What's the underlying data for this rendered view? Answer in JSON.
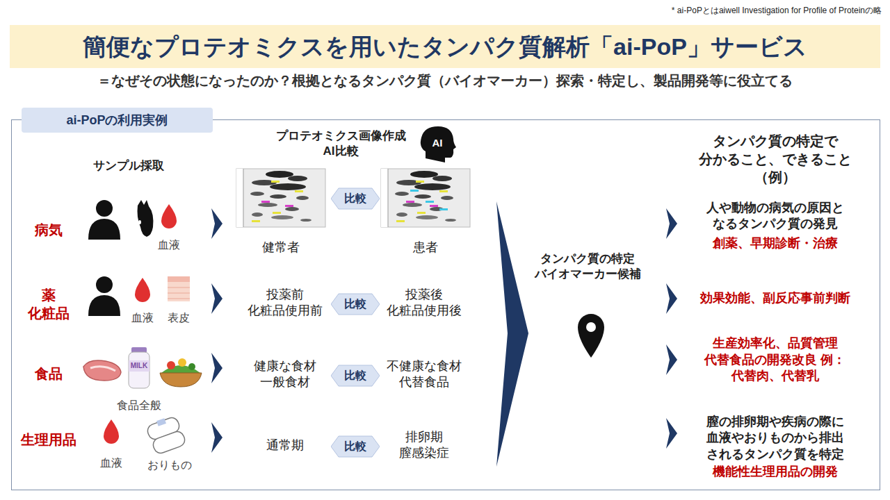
{
  "diagram": {
    "title": "簡便なプロテオミクスを用いたタンパク質解析「ai-PoP」サービス",
    "nodes": [
      {
        "text": [
          "ai-PoPの利用実例"
        ]
      },
      {
        "text": [
          "比較"
        ],
        "in": 0
      },
      {
        "text": [
          "比較"
        ],
        "in": 0
      },
      {
        "text": [
          "比較"
        ],
        "in": 0
      },
      {
        "text": [
          "比較"
        ],
        "in": 0
      }
    ],
    "labels": [
      "* ai-PoPとはaiwell Investigation for Profile of Proteinの略",
      "＝なぜその状態になったのか？根拠となるタンパク質（バイオマーカー）探索・特定し、製品開発等に役立てる",
      "サンプル採取",
      "プロテオミクス画像作成 AI比較",
      "AI",
      "タンパク質の特定で 分かること、できること （例）",
      "病気",
      "血液",
      "健常者",
      "患者",
      "薬 化粧品",
      "血液",
      "表皮",
      "投薬前 化粧品使用前",
      "投薬後 化粧品使用後",
      "食品",
      "MILK",
      "食品全般",
      "健康な食材 一般食材",
      "不健康な食材 代替食品",
      "生理用品",
      "血液",
      "おりもの",
      "通常期",
      "排卵期 膣感染症",
      "タンパク質の特定 バイオマーカー候補",
      "人や動物の病気の原因と なるタンパク質の発見",
      "創薬、早期診断・治療",
      "効果効能、副反応事前判断",
      "生産効率化、品質管理",
      "代替食品の開発改良 例：代替肉、代替乳",
      "膣の排卵期や疾病の際に 血液やおりものから排出 されるタンパク質を特定",
      "機能性生理用品の開発"
    ]
  }
}
